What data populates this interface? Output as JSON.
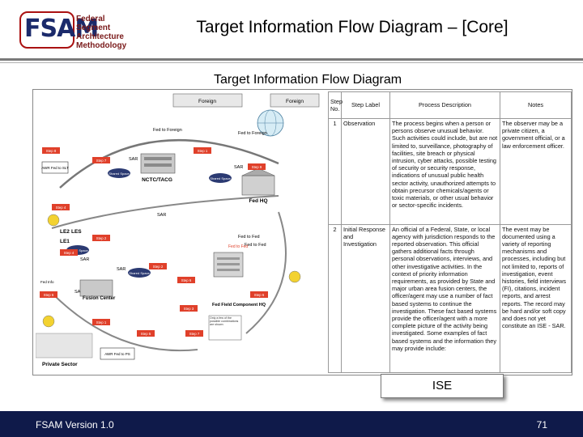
{
  "logo": {
    "mark": "FSAM",
    "line1": "Federal",
    "line2": "Segment",
    "line3": "Architecture",
    "line4": "Methodology"
  },
  "title": "Target Information Flow Diagram – [Core]",
  "subtitle": "Target Information Flow Diagram",
  "diagram": {
    "foreign_left": "Foreign",
    "foreign_right": "Foreign",
    "fed_to_foreign_left": "Fed to Foreign",
    "fed_to_foreign_right": "Fed to Foreign",
    "sar1": "SAR",
    "sar2": "SAR",
    "sar3": "SAR",
    "sar4": "SAR",
    "sar5": "SAR",
    "sar6": "SAR",
    "nctc": "NCTC/TACG",
    "fed_hq": "Fed HQ",
    "les1": "LES",
    "les2": "LE2",
    "le1": "LE1",
    "fed_to_fed1": "Fed to Fed",
    "fed_to_fed2": "Fed to Fed",
    "fed_to_fed3": "Fed to Fed",
    "fusion": "Fusion Center",
    "fed_field": "Fed Field Component HQ",
    "private_sector": "Private Sector",
    "aws_top": "AWR Fed to SLT",
    "aws_bottom": "AWR Fed to PS",
    "fed_info": "Fed Info",
    "step1": "Step 1",
    "step2": "Step 2",
    "step3": "Step 3",
    "step4": "Step 4",
    "step5": "Step 5",
    "step6": "Step 6",
    "step7": "Step 7",
    "step8": "Step 8",
    "step9": "Step 9",
    "shared_space": "Shared Space",
    "note_text": "Only a few of the possible combinations are shown"
  },
  "table": {
    "headers": [
      "Step No.",
      "Step Label",
      "Process Description",
      "Notes"
    ],
    "rows": [
      {
        "no": "1",
        "label": "Observation",
        "description": "The process begins when a person or persons observe unusual behavior. Such activities could include, but are not limited to, surveillance, photography of facilities, site breach or physical intrusion, cyber attacks, possible testing of security or security response, indications of unusual public health sector activity, unauthorized attempts to obtain precursor chemicals/agents or toxic materials, or other usual behavior or sector-specific incidents.",
        "notes": "The observer may be a private citizen, a government official, or a law enforcement officer."
      },
      {
        "no": "2",
        "label": "Initial Response and Investigation",
        "description": "An official of a Federal, State, or local agency with jurisdiction responds to the reported observation. This official gathers additional facts through personal observations, interviews, and other investigative activities. In the context of priority information requirements, as provided by State and major urban area fusion centers, the officer/agent may use a number of fact based systems to continue the investigation. These fact based systems provide the officer/agent with a more complete picture of the activity being investigated. Some examples of fact based systems and the information they may provide include:",
        "notes": "The event may be documented using a variety of reporting mechanisms and processes, including but not limited to, reports of investigation, event histories, field interviews (FI), citations, incident reports, and arrest reports. The record may be hard and/or soft copy and does not yet constitute an ISE - SAR."
      }
    ]
  },
  "ise_label": "ISE",
  "footer": {
    "version": "FSAM Version 1.0",
    "page": "71"
  },
  "colors": {
    "footer_bg": "#0f1a4a",
    "step_box": "#e0402a",
    "logo_blue": "#1b2a6b",
    "logo_red": "#7a1a1a"
  }
}
